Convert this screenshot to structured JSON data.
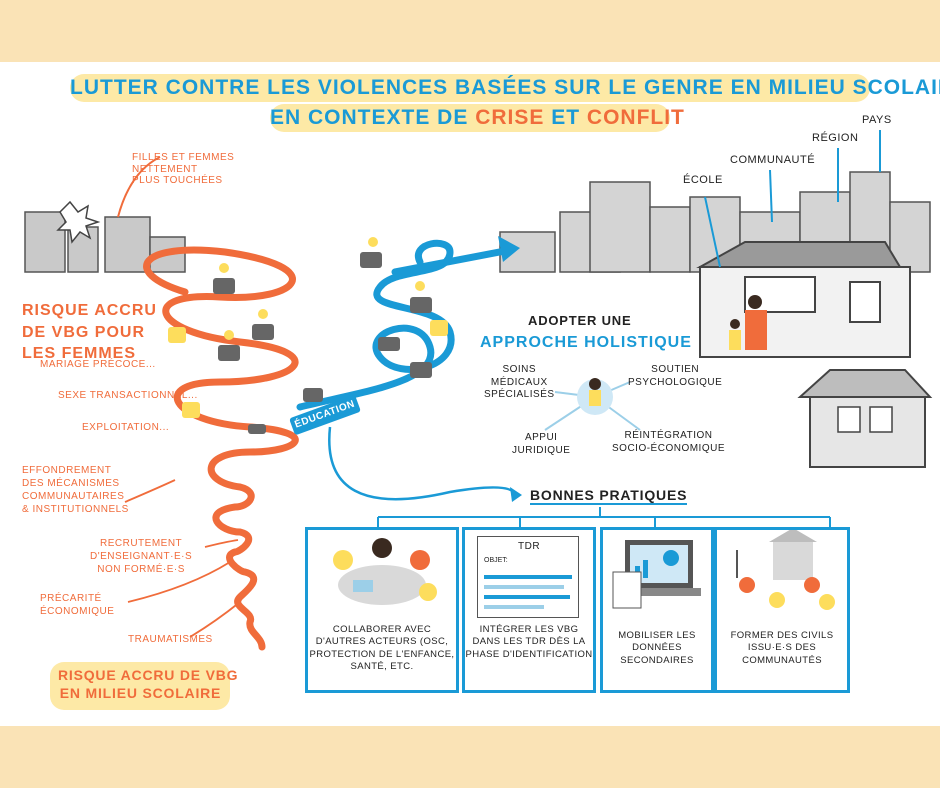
{
  "title": {
    "line1": "LUTTER CONTRE LES VIOLENCES BASÉES SUR LE GENRE EN MILIEU SCOLAIRE",
    "line2_part1": "EN CONTEXTE DE ",
    "line2_crise": "CRISE",
    "line2_part2": " ET ",
    "line2_conflit": "CONFLIT"
  },
  "left": {
    "filles": [
      "FILLES ET FEMMES",
      "NETTEMENT",
      "PLUS TOUCHÉES"
    ],
    "risque_women": [
      "RISQUE ACCRU",
      "DE VBG POUR",
      "LES FEMMES"
    ],
    "sub_items": [
      "MARIAGE PRÉCOCE...",
      "SEXE TRANSACTIONNEL...",
      "EXPLOITATION..."
    ],
    "effondrement": [
      "EFFONDREMENT",
      "DES MÉCANISMES",
      "COMMUNAUTAIRES",
      "& INSTITUTIONNELS"
    ],
    "recrutement": [
      "RECRUTEMENT",
      "D'ENSEIGNANT·E·S",
      "NON FORMÉ·E·S"
    ],
    "precarite": [
      "PRÉCARITÉ",
      "ÉCONOMIQUE"
    ],
    "traumatismes": "TRAUMATISMES",
    "risque_school": [
      "RISQUE ACCRU DE VBG",
      "EN MILIEU SCOLAIRE"
    ]
  },
  "education_label": "ÉDUCATION",
  "levels": {
    "ecole": "ÉCOLE",
    "communaute": "COMMUNAUTÉ",
    "region": "RÉGION",
    "pays": "PAYS"
  },
  "holistic": {
    "title1": "ADOPTER UNE",
    "title2": "APPROCHE HOLISTIQUE",
    "soins": [
      "SOINS",
      "MÉDICAUX",
      "SPÉCIALISÉS"
    ],
    "soutien": [
      "SOUTIEN",
      "PSYCHOLOGIQUE"
    ],
    "appui": [
      "APPUI",
      "JURIDIQUE"
    ],
    "reintegration": [
      "RÉINTÉGRATION",
      "SOCIO-ÉCONOMIQUE"
    ]
  },
  "bonnes_pratiques": {
    "title": "BONNES PRATIQUES",
    "tdr_doc_title": "TDR",
    "tdr_doc_objet": "OBJET:",
    "items": [
      "COLLABORER AVEC D'AUTRES ACTEURS (OSC, PROTECTION DE L'ENFANCE, SANTÉ, ETC.",
      "INTÉGRER LES VBG DANS LES TDR DÈS LA PHASE D'IDENTIFICATION",
      "MOBILISER LES DONNÉES SECONDAIRES",
      "FORMER DES CIVILS ISSU·E·S DES COMMUNAUTÉS"
    ]
  },
  "colors": {
    "blue": "#1a9ad6",
    "orange": "#f06c3b",
    "yellow": "#fde9a6",
    "gray": "#c9c9c9",
    "frame": "#fae3b6"
  }
}
